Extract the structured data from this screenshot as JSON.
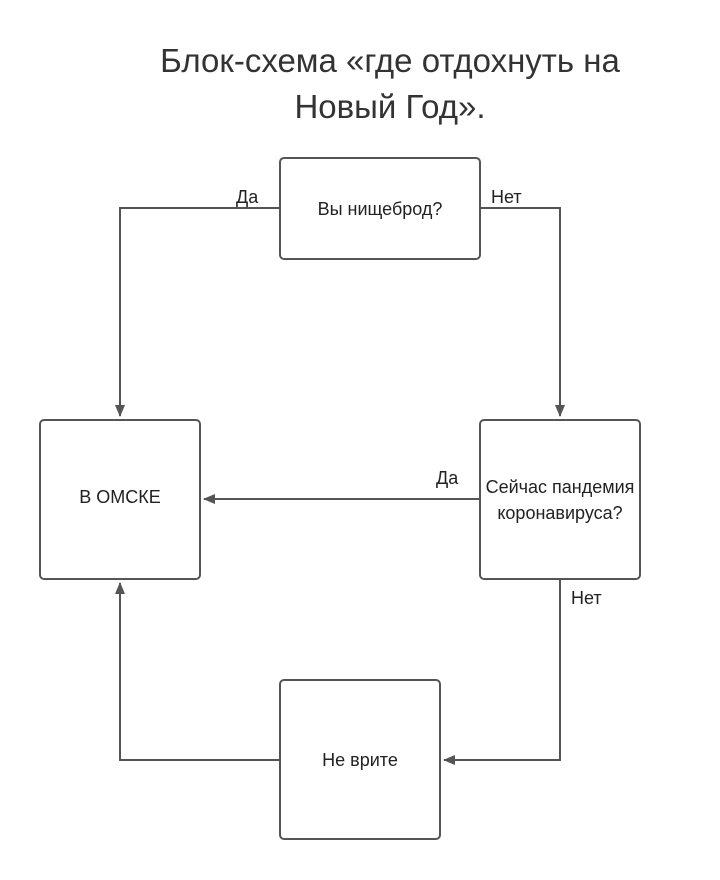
{
  "diagram": {
    "title": "Блок-схема «где отдохнуть на Новый Год».",
    "nodes": {
      "question_cheap": "Вы нищеброд?",
      "in_omsk": "В ОМСКЕ",
      "question_pandemic": "Сейчас пандемия коронавируса?",
      "lie": "Не врите"
    },
    "edges": [
      {
        "from": "question_cheap",
        "to": "in_omsk",
        "label": "Да"
      },
      {
        "from": "question_cheap",
        "to": "question_pandemic",
        "label": "Нет"
      },
      {
        "from": "question_pandemic",
        "to": "in_omsk",
        "label": "Да"
      },
      {
        "from": "question_pandemic",
        "to": "lie",
        "label": "Нет"
      },
      {
        "from": "lie",
        "to": "in_omsk",
        "label": ""
      }
    ],
    "colors": {
      "stroke": "#555555",
      "text": "#222222"
    }
  }
}
